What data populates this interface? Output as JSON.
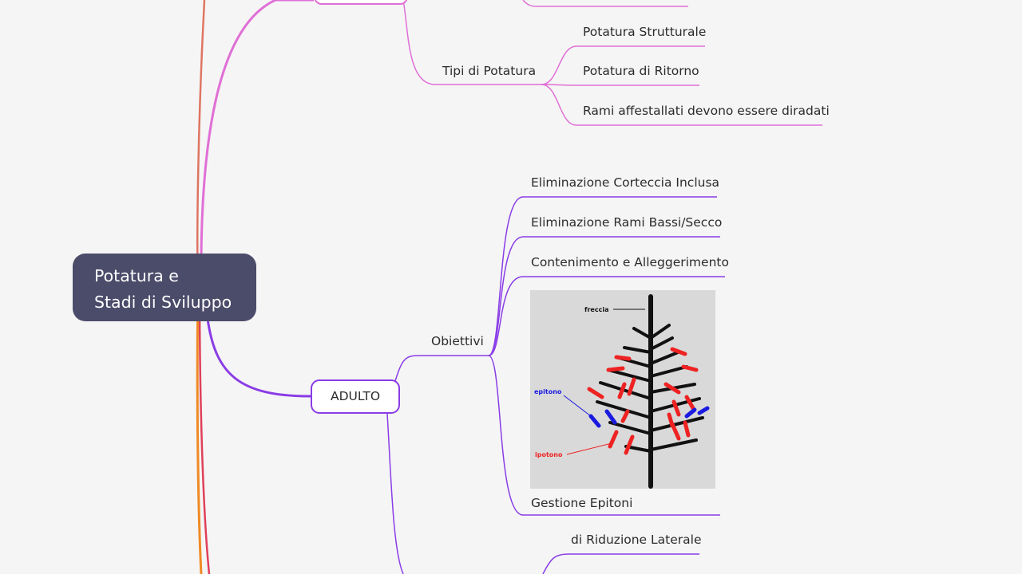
{
  "root": {
    "line1": "Potatura e",
    "line2": "Stadi di Sviluppo"
  },
  "upper": {
    "group_label": "Tipi di Potatura",
    "items": [
      "Potatura Strutturale",
      "Potatura di Ritorno",
      "Rami affestallati devono essere diradati"
    ]
  },
  "adulto": {
    "label": "ADULTO",
    "obiettivi": {
      "label": "Obiettivi",
      "items": [
        "Eliminazione Corteccia Inclusa",
        "Eliminazione Rami Bassi/Secco",
        "Contenimento e Alleggerimento",
        "Gestione Epitoni"
      ]
    },
    "diagram_labels": {
      "freccia": "freccia",
      "epitono": "epitono",
      "ipotono": "ipotono"
    },
    "tipi_items": [
      "di Riduzione Laterale"
    ]
  },
  "colors": {
    "pink": "#e06fd6",
    "purple": "#8a3ce6",
    "root": "#4b4b6a",
    "orange": "#f08a24",
    "red": "#e0405a",
    "coral": "#e07060",
    "red_branch": "#ee2222",
    "blue_branch": "#1a1ae0"
  }
}
